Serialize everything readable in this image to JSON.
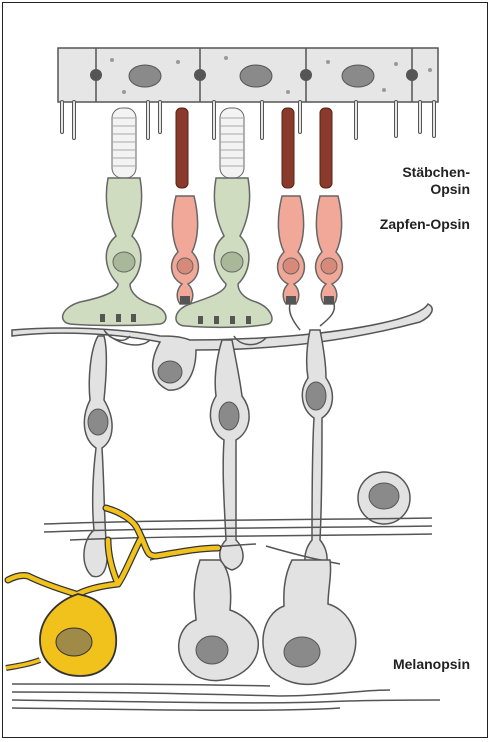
{
  "labels": {
    "rod_opsin_line1": "Stäbchen-",
    "rod_opsin_line2": "Opsin",
    "cone_opsin": "Zapfen-Opsin",
    "melanopsin": "Melanopsin"
  },
  "colors": {
    "rpe_fill": "#e6e6e6",
    "cell_outline": "#555555",
    "rod_fill": "#cfdcc0",
    "cone_fill": "#f2a898",
    "cone_outer_segment": "#8a3a2a",
    "nucleus_fill": "#8a8a8a",
    "neuron_fill": "#e2e2e2",
    "melanopsin_cell_fill": "#f1c21b",
    "melanopsin_nucleus": "#a08a48"
  }
}
